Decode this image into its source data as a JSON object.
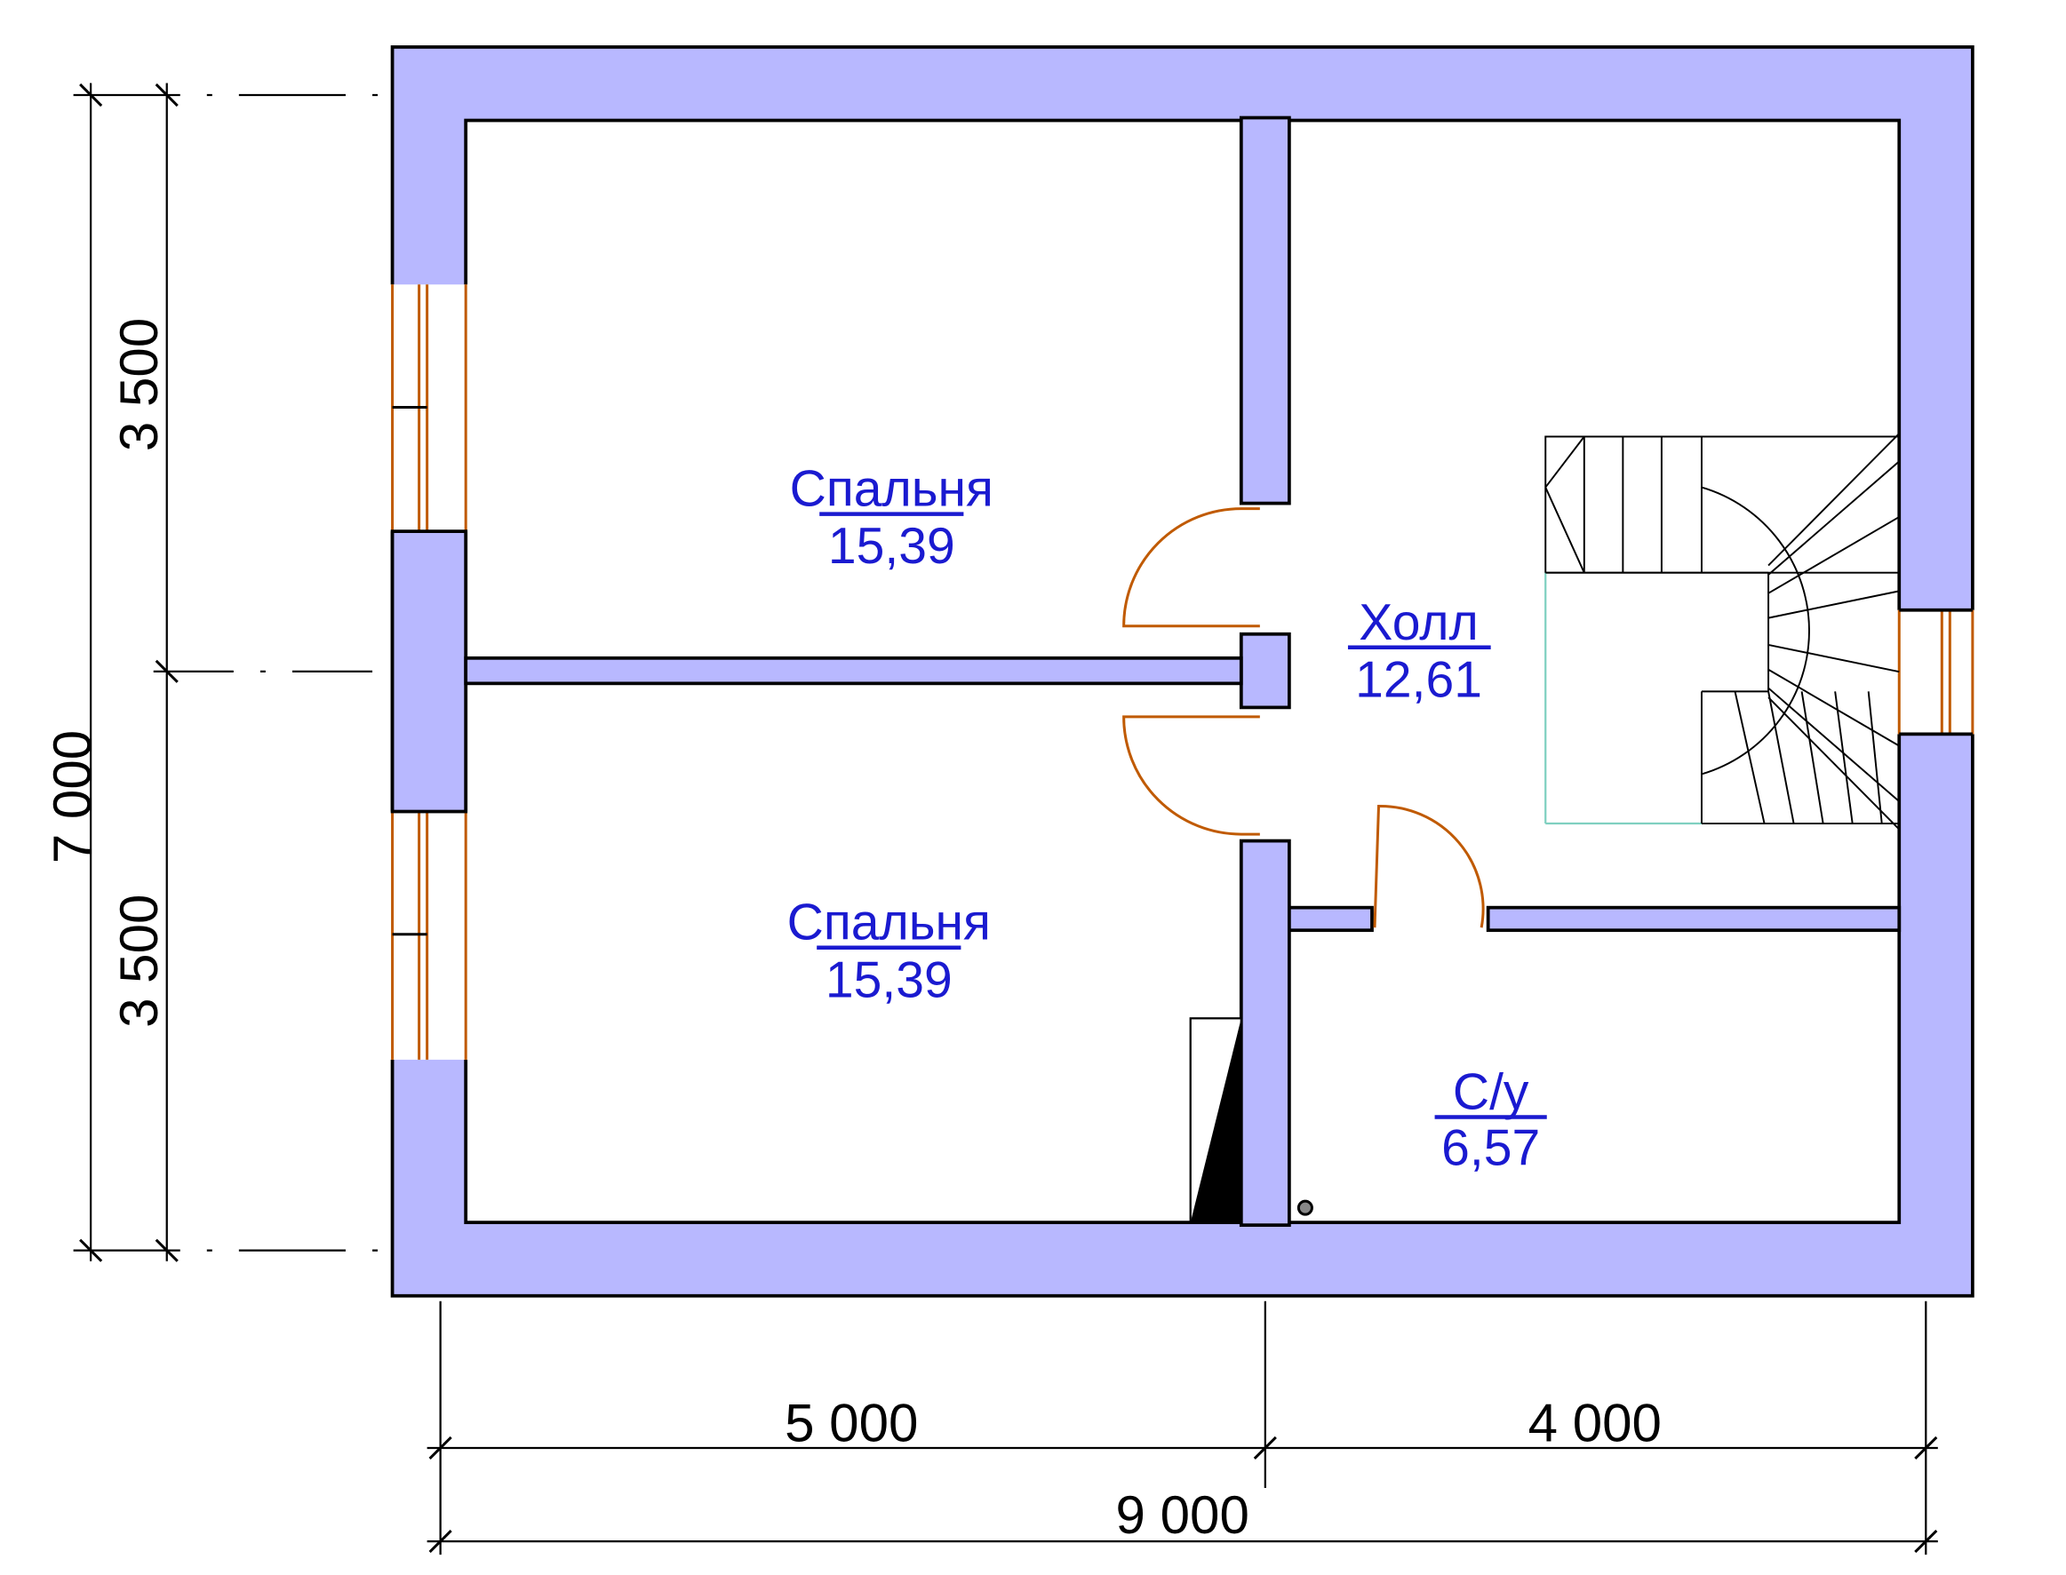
{
  "rooms": [
    {
      "name": "Спальня",
      "area": "15,39"
    },
    {
      "name": "Спальня",
      "area": "15,39"
    },
    {
      "name": "Холл",
      "area": "12,61"
    },
    {
      "name": "С/у",
      "area": "6,57"
    }
  ],
  "dimensions": {
    "left_upper": "3 500",
    "left_lower": "3 500",
    "left_total": "7 000",
    "bottom_left": "5 000",
    "bottom_right": "4 000",
    "bottom_total": "9 000"
  },
  "colors": {
    "wall": "#b8b8ff",
    "label": "#1a1ad0",
    "door": "#c05a00"
  }
}
